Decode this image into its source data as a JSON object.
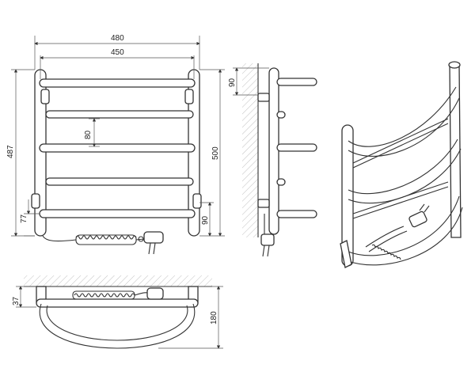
{
  "dimensions": {
    "overall_width": "480",
    "center_width": "450",
    "overall_height": "487",
    "height_500": "500",
    "rung_spacing": "80",
    "bottom_offset": "77",
    "right_offset_90": "90",
    "side_top_offset": "90",
    "depth_37": "37",
    "depth_180": "180"
  }
}
